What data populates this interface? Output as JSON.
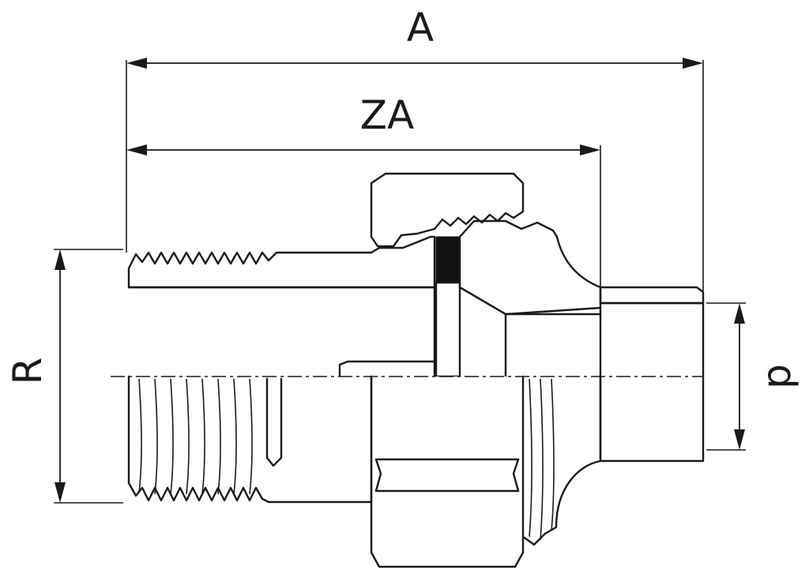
{
  "dimensions": {
    "overall_length": "A",
    "face_length": "ZA",
    "thread_diameter": "R",
    "pipe_diameter": "p"
  },
  "colors": {
    "line": "#1a1a1a",
    "background": "#ffffff",
    "seal": "#111111"
  }
}
